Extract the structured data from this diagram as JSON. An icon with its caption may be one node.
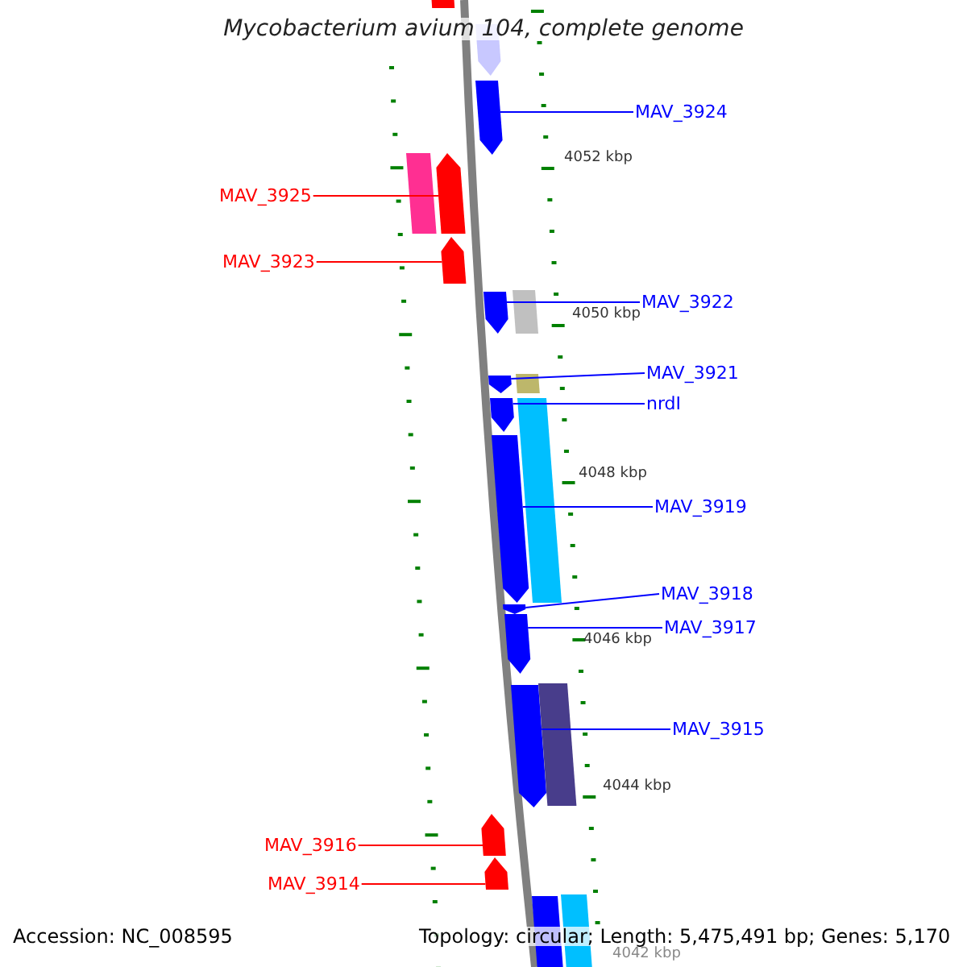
{
  "diagram": {
    "title": "Mycobacterium avium 104, complete genome",
    "nodes": [
      {
        "text": [
          "MAV_3924"
        ]
      },
      {
        "text": [
          "MAV_3925"
        ]
      },
      {
        "text": [
          "MAV_3923"
        ]
      },
      {
        "text": [
          "MAV_3922"
        ]
      },
      {
        "text": [
          "MAV_3921"
        ]
      },
      {
        "text": [
          "nrdI"
        ]
      },
      {
        "text": [
          "MAV_3919"
        ]
      },
      {
        "text": [
          "MAV_3918"
        ]
      },
      {
        "text": [
          "MAV_3917"
        ]
      },
      {
        "text": [
          "MAV_3915"
        ]
      },
      {
        "text": [
          "MAV_3916"
        ]
      },
      {
        "text": [
          "MAV_3914"
        ]
      },
      {
        "text": [],
        "shape": "arrow"
      },
      {
        "text": [],
        "shape": "arrow"
      },
      {
        "text": [],
        "shape": "arrow"
      },
      {
        "text": [],
        "shape": "bar"
      },
      {
        "text": [],
        "shape": "arrow"
      },
      {
        "text": [],
        "shape": "arrow"
      },
      {
        "text": [],
        "shape": "arrow"
      },
      {
        "text": [],
        "shape": "bar"
      },
      {
        "text": [],
        "shape": "arrow"
      },
      {
        "text": [],
        "shape": "bar"
      },
      {
        "text": [],
        "shape": "arrow"
      },
      {
        "text": [],
        "shape": "bar"
      },
      {
        "text": [],
        "shape": "arrow"
      },
      {
        "text": [],
        "shape": "arrow"
      },
      {
        "text": [],
        "shape": "arrow"
      },
      {
        "text": [],
        "shape": "arrow"
      },
      {
        "text": [],
        "shape": "bar"
      },
      {
        "text": [],
        "shape": "arrow"
      },
      {
        "text": [],
        "shape": "arrow"
      },
      {
        "text": [],
        "shape": "arrow"
      },
      {
        "text": [],
        "shape": "bar"
      }
    ],
    "edges": [
      {
        "from": 0,
        "to": 14,
        "arrow": "none"
      },
      {
        "from": 1,
        "to": 16,
        "arrow": "none",
        "color": "#ff0000"
      },
      {
        "from": 2,
        "to": 17,
        "arrow": "none",
        "color": "#ff0000"
      },
      {
        "from": 3,
        "to": 18,
        "arrow": "none"
      },
      {
        "from": 4,
        "to": 20,
        "arrow": "none"
      },
      {
        "from": 5,
        "to": 22,
        "arrow": "none"
      },
      {
        "from": 6,
        "to": 24,
        "arrow": "none"
      },
      {
        "from": 7,
        "to": 25,
        "arrow": "none"
      },
      {
        "from": 8,
        "to": 26,
        "arrow": "none"
      },
      {
        "from": 9,
        "to": 27,
        "arrow": "none"
      },
      {
        "from": 10,
        "to": 29,
        "arrow": "none",
        "color": "#ff0000"
      },
      {
        "from": 11,
        "to": 30,
        "arrow": "none",
        "color": "#ff0000"
      }
    ],
    "labels": [
      "4052 kbp",
      "4050 kbp",
      "4048 kbp",
      "4046 kbp",
      "4044 kbp",
      "4042 kbp",
      "Accession: NC_008595",
      "Topology: circular; Length: 5,475,491 bp; Genes: 5,170"
    ]
  }
}
